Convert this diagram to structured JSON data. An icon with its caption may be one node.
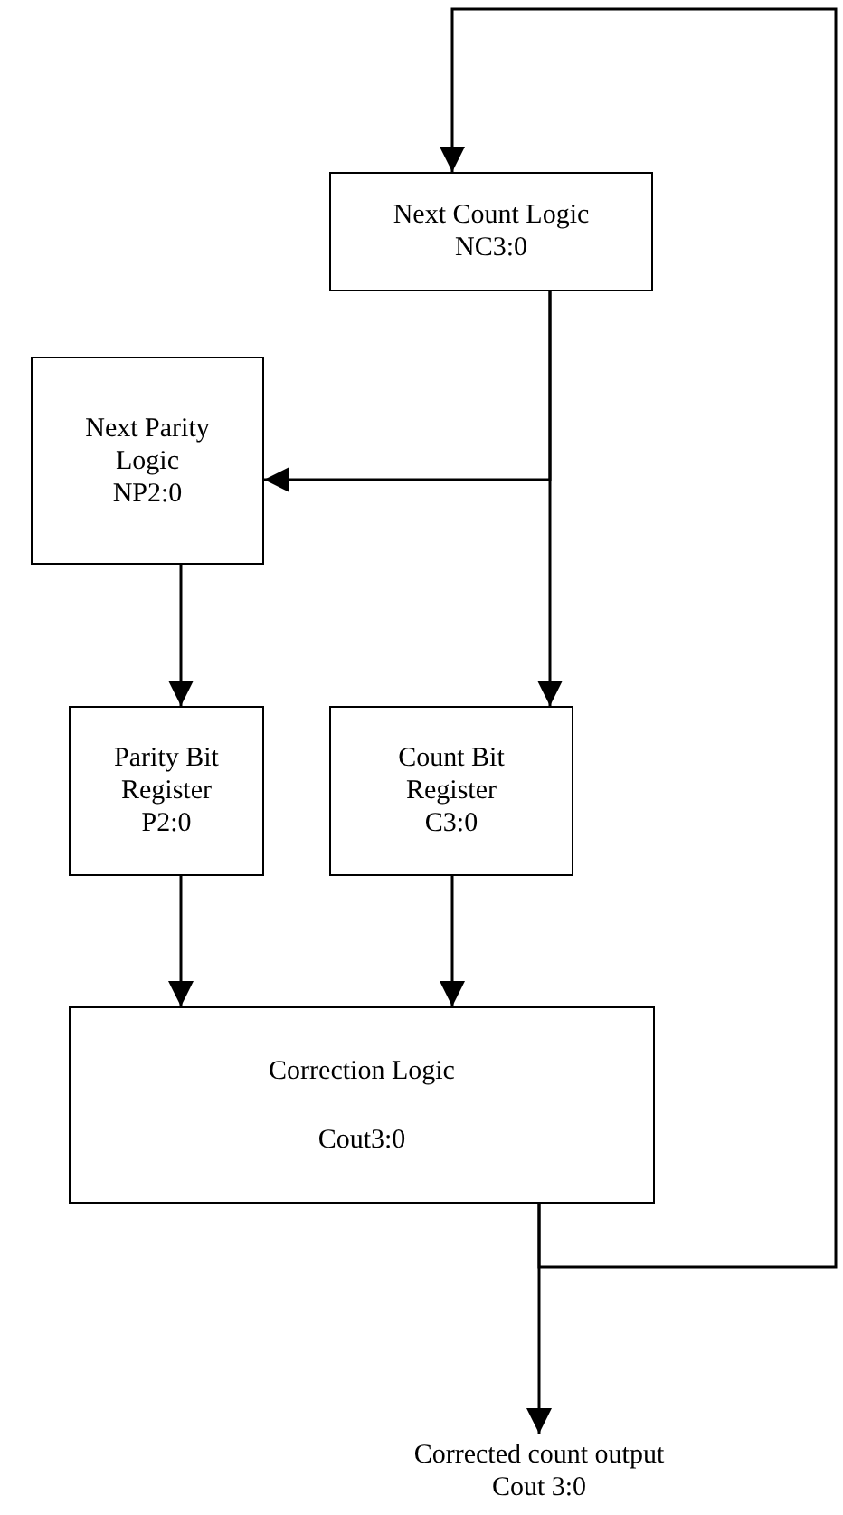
{
  "diagram": {
    "nodes": [
      {
        "text": [
          "Next Count Logic",
          "NC3:0"
        ]
      },
      {
        "text": [
          "Next Parity Logic",
          "NP2:0"
        ]
      },
      {
        "text": [
          "Parity Bit Register",
          "P2:0"
        ]
      },
      {
        "text": [
          "Count Bit Register",
          "C3:0"
        ]
      },
      {
        "text": [
          "Correction Logic",
          "Cout3:0"
        ]
      },
      {
        "text": [
          "Corrected count output",
          "Cout 3:0"
        ]
      }
    ],
    "edges": [
      {
        "from": 0,
        "to": 1,
        "arrow": "to"
      },
      {
        "from": 0,
        "to": 3,
        "arrow": "to"
      },
      {
        "from": 1,
        "to": 2,
        "arrow": "to"
      },
      {
        "from": 2,
        "to": 4,
        "arrow": "to"
      },
      {
        "from": 3,
        "to": 4,
        "arrow": "to"
      },
      {
        "from": 4,
        "to": 5,
        "arrow": "to"
      },
      {
        "from": 4,
        "to": 0,
        "arrow": "to"
      }
    ]
  }
}
